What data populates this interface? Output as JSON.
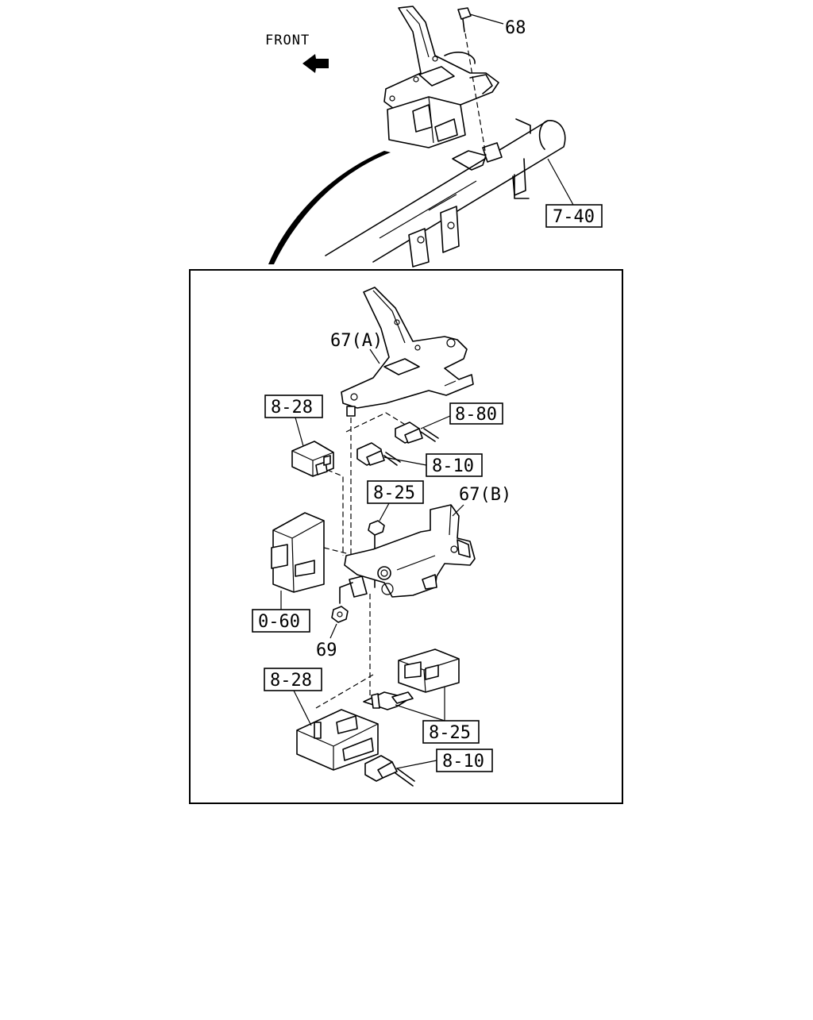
{
  "orientation_label": "FRONT",
  "callouts": {
    "bolt_68": "68",
    "ref_7_40": "7-40",
    "bracket_a": "67(A)",
    "ref_8_28_top": "8-28",
    "ref_8_80": "8-80",
    "ref_8_10_top": "8-10",
    "ref_8_25_top": "8-25",
    "bracket_b": "67(B)",
    "ref_0_60": "0-60",
    "nut_69": "69",
    "ref_8_28_bottom": "8-28",
    "ref_8_25_bottom": "8-25",
    "ref_8_10_bottom": "8-10"
  }
}
